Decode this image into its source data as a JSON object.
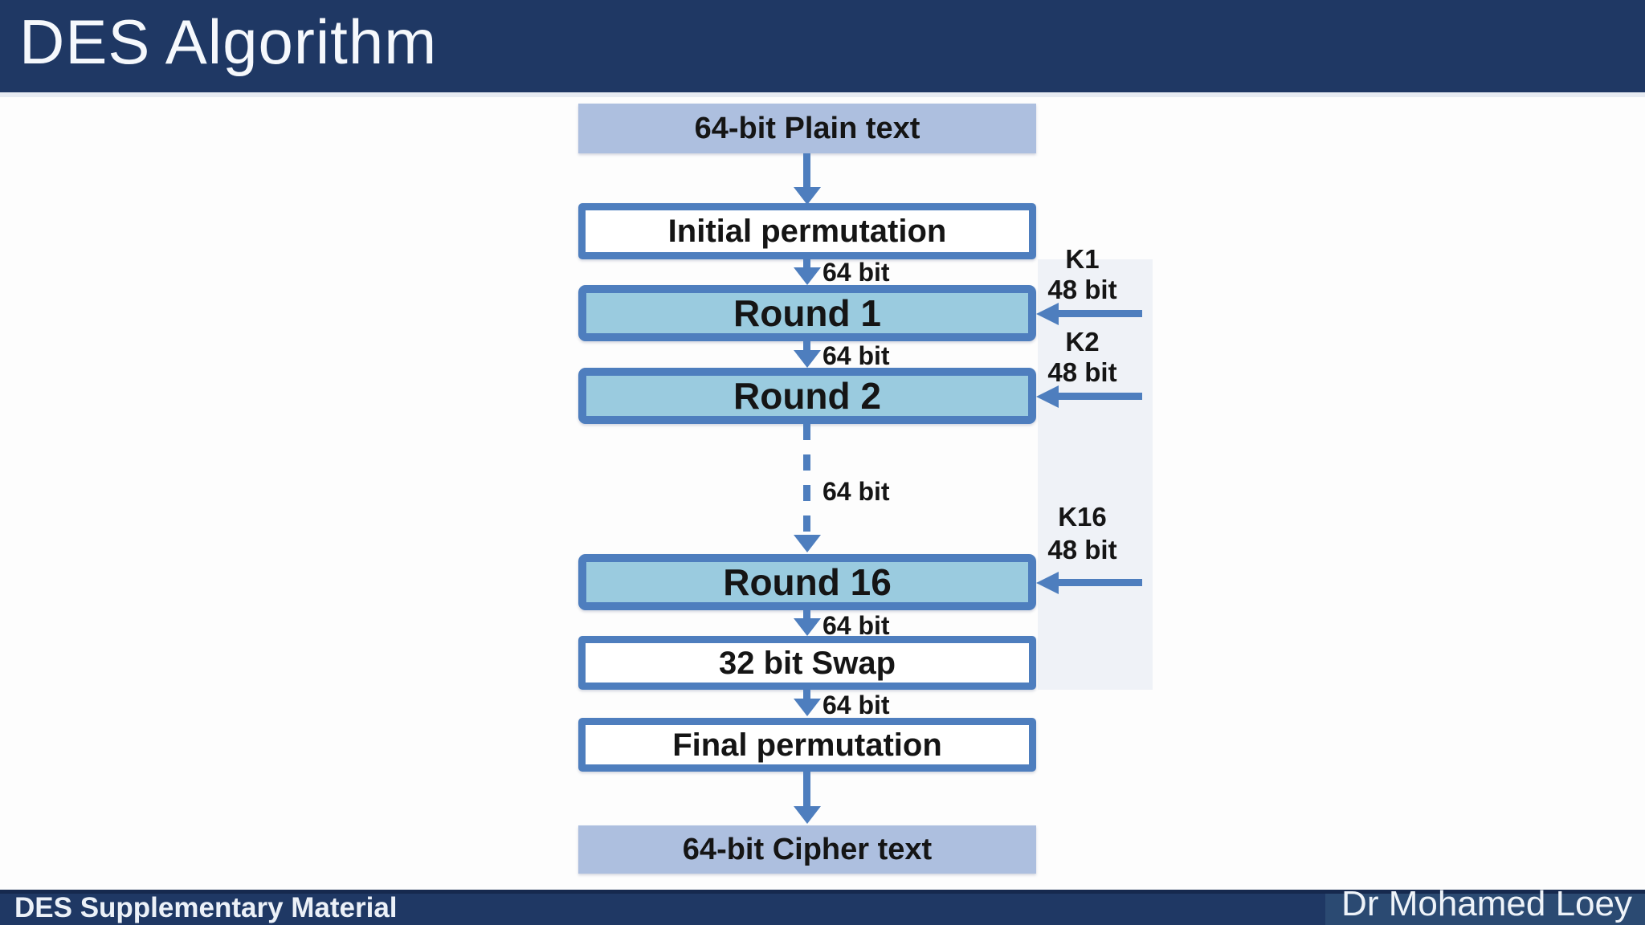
{
  "slide": {
    "title": "DES Algorithm",
    "footer_left": "DES Supplementary Material",
    "footer_right": "Dr Mohamed Loey"
  },
  "flowchart": {
    "nodes": [
      {
        "label": "64-bit Plain text",
        "type": "data"
      },
      {
        "label": "Initial permutation",
        "type": "process"
      },
      {
        "label": "Round 1",
        "type": "round"
      },
      {
        "label": "Round 2",
        "type": "round"
      },
      {
        "label": "Round 16",
        "type": "round"
      },
      {
        "label": "32 bit Swap",
        "type": "process"
      },
      {
        "label": "Final permutation",
        "type": "process"
      },
      {
        "label": "64-bit Cipher text",
        "type": "data"
      }
    ],
    "flow_labels": {
      "ip_to_round1": "64 bit",
      "round1_to_round2": "64 bit",
      "round2_to_round16": "64 bit",
      "round16_to_swap": "64 bit",
      "swap_to_final": "64 bit"
    },
    "keys": [
      {
        "name": "K1",
        "bits": "48 bit"
      },
      {
        "name": "K2",
        "bits": "48 bit"
      },
      {
        "name": "K16",
        "bits": "48 bit"
      }
    ]
  },
  "colors": {
    "header_footer_navy": "#1F3864",
    "footer_accent_panel": "#2B4A72",
    "arrow_border_steel_blue": "#4E7EBE",
    "round_box_fill": "#9ACBDF",
    "data_box_fill": "#ADBFDF",
    "diagram_text": "#151515",
    "title_text": "#F5F8FC"
  }
}
